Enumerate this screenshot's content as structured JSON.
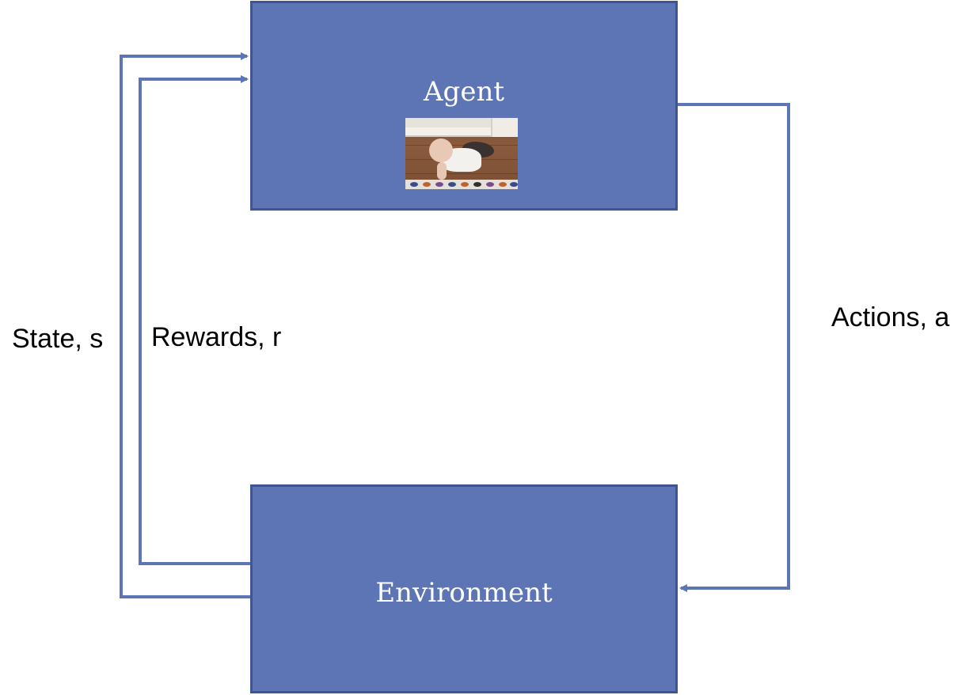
{
  "colors": {
    "box_fill": "#5e75b5",
    "box_border": "#3f5491",
    "arrow": "#5e75b5",
    "box_text": "#ffffff",
    "label_text": "#000000"
  },
  "agent": {
    "title": "Agent",
    "image": "baby-crawling-photo"
  },
  "environment": {
    "title": "Environment"
  },
  "labels": {
    "state": "State, s",
    "rewards": "Rewards, r",
    "actions": "Actions, a"
  },
  "edges": [
    {
      "from": "environment",
      "to": "agent",
      "label_key": "state"
    },
    {
      "from": "environment",
      "to": "agent",
      "label_key": "rewards"
    },
    {
      "from": "agent",
      "to": "environment",
      "label_key": "actions"
    }
  ]
}
